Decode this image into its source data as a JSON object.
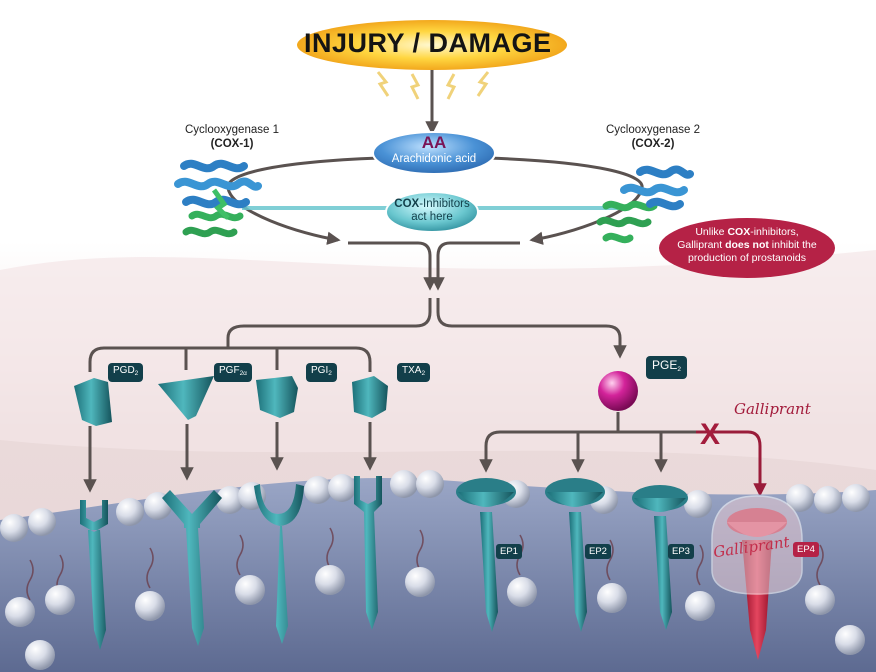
{
  "title": "INJURY / DAMAGE",
  "cox1": {
    "name": "Cyclooxygenase 1",
    "abbr": "(COX-1)"
  },
  "cox2": {
    "name": "Cyclooxygenase 2",
    "abbr": "(COX-2)"
  },
  "aa": {
    "abbr": "AA",
    "name": "Arachidonic acid"
  },
  "inhibitors": {
    "bold": "COX",
    "rest": "-Inhibitors",
    "line2": "act here"
  },
  "note": {
    "part1": "Unlike ",
    "bold1": "COX",
    "part2": "-inhibitors,",
    "part3": "Galliprant ",
    "bold2": "does not",
    "part4": " inhibit the",
    "line3": "production of prostanoids"
  },
  "prostanoids": [
    {
      "label": "PGD",
      "sub": "2"
    },
    {
      "label": "PGF",
      "sub": "2α"
    },
    {
      "label": "PGI",
      "sub": "2"
    },
    {
      "label": "TXA",
      "sub": "2"
    }
  ],
  "pge2": {
    "label": "PGE",
    "sub": "2"
  },
  "brand": "Galliprant",
  "block_mark": "X",
  "ep_receptors": [
    "EP1",
    "EP2",
    "EP3",
    "EP4"
  ],
  "colors": {
    "arrow": "#5a5250",
    "teal_receptor": "#2e9aa0",
    "oval_blue": "#3b84c9",
    "note_red": "#b52246",
    "pge2_magenta": "#c4158a",
    "lipid_head": "#d6dbe6",
    "burst_yellow": "#f5c22b"
  }
}
